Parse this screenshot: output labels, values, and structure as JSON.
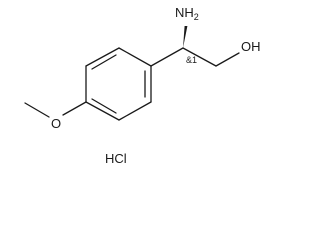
{
  "molecule": {
    "amine": {
      "main": "NH",
      "subscript": "2"
    },
    "hydroxyl": "OH",
    "ether_oxygen": "O",
    "stereo_flag": "&1",
    "salt": "HCl"
  }
}
